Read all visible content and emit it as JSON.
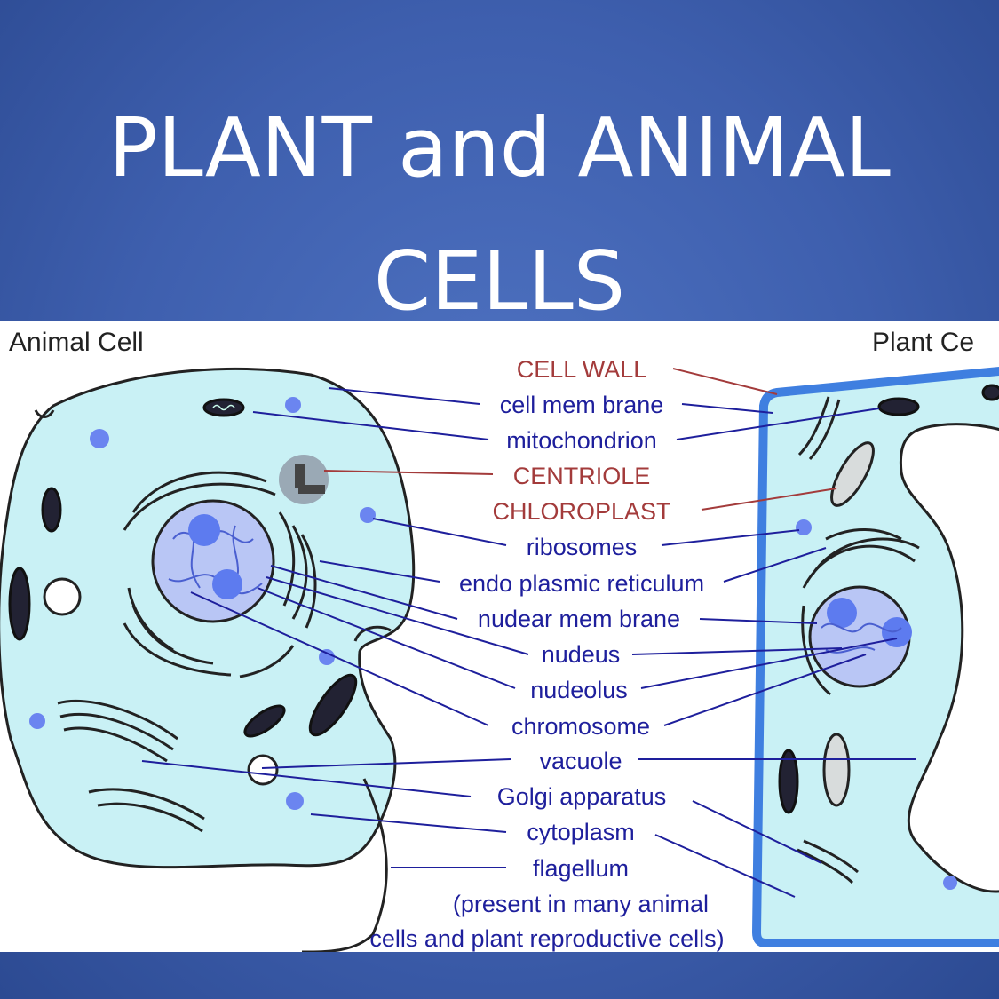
{
  "title": {
    "line1": "PLANT and ANIMAL",
    "line2": "CELLS"
  },
  "diagram": {
    "animal_heading": "Animal Cell",
    "plant_heading": "Plant Ce",
    "labels": {
      "cell_wall": "CELL WALL",
      "cell_membrane": "cell mem brane",
      "mitochondrion": "mitochondrion",
      "centriole": "CENTRIOLE",
      "chloroplast": "CHLOROPLAST",
      "ribosomes": "ribosomes",
      "endoplasmic_reticulum": "endo plasmic reticulum",
      "nuclear_membrane": "nudear mem brane",
      "nucleus": "nudeus",
      "nucleolus": "nudeolus",
      "chromosome": "chromosome",
      "vacuole": "vacuole",
      "golgi": "Golgi apparatus",
      "cytoplasm": "cytoplasm",
      "flagellum": "flagellum",
      "note_line1": "(present  in many animal",
      "note_line2": "cells and  plant reproductive cells)"
    },
    "colors": {
      "cytoplasm": "#c9f1f5",
      "cell_wall": "#3f7fe0",
      "nucleus": "#b9c6f5",
      "nucleolus": "#5d7bef",
      "leader_blue": "#1e1f9c",
      "leader_red": "#a33b3b"
    }
  }
}
